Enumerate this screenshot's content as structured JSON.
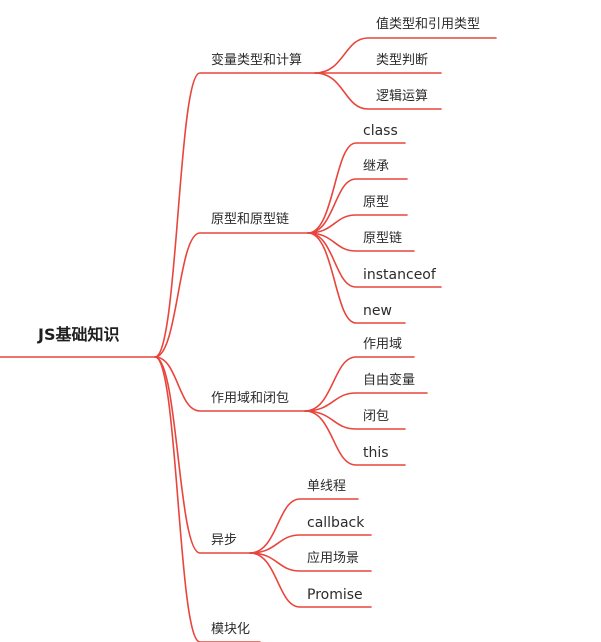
{
  "root": {
    "label": "JS基础知识"
  },
  "branch_color": "#e8453c",
  "branches": [
    {
      "label": "变量类型和计算",
      "children": [
        "值类型和引用类型",
        "类型判断",
        "逻辑运算"
      ]
    },
    {
      "label": "原型和原型链",
      "children": [
        "class",
        "继承",
        "原型",
        "原型链",
        "instanceof",
        "new"
      ]
    },
    {
      "label": "作用域和闭包",
      "children": [
        "作用域",
        "自由变量",
        "闭包",
        "this"
      ]
    },
    {
      "label": "异步",
      "children": [
        "单线程",
        "callback",
        "应用场景",
        "Promise"
      ]
    },
    {
      "label": "模块化",
      "children": []
    }
  ]
}
